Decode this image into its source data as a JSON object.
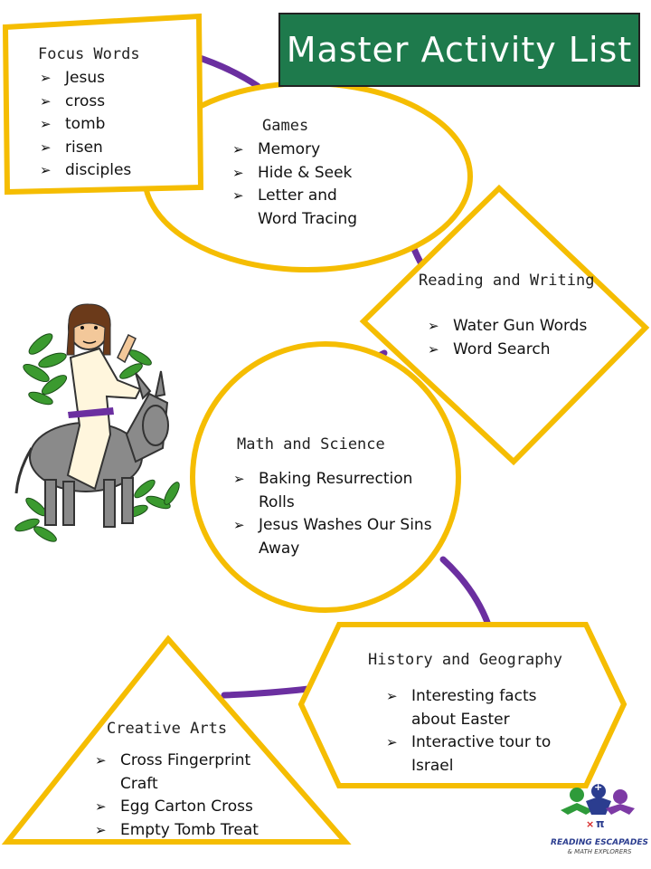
{
  "title": "Master Activity List",
  "colors": {
    "accent": "#f5bd02",
    "connector": "#6b2fa0",
    "title_bg": "#1e7a4c"
  },
  "focus_words": {
    "heading": "Focus Words",
    "items": [
      "Jesus",
      "cross",
      "tomb",
      "risen",
      "disciples"
    ]
  },
  "games": {
    "heading": "Games",
    "items": [
      "Memory",
      "Hide & Seek",
      "Letter and Word Tracing"
    ]
  },
  "reading_writing": {
    "heading": "Reading and Writing",
    "items": [
      "Water Gun Words",
      "Word Search"
    ]
  },
  "math_science": {
    "heading": "Math and Science",
    "items": [
      "Baking Resurrection Rolls",
      "Jesus Washes Our Sins Away"
    ]
  },
  "history_geography": {
    "heading": "History and Geography",
    "items": [
      "Interesting facts about Easter",
      "Interactive tour to Israel"
    ]
  },
  "creative_arts": {
    "heading": "Creative Arts",
    "items": [
      "Cross Fingerprint Craft",
      "Egg Carton Cross",
      "Empty Tomb Treat"
    ]
  },
  "logo": {
    "line1": "READING ESCAPADES",
    "line2": "& MATH EXPLORERS",
    "symbols": "+ × π"
  }
}
